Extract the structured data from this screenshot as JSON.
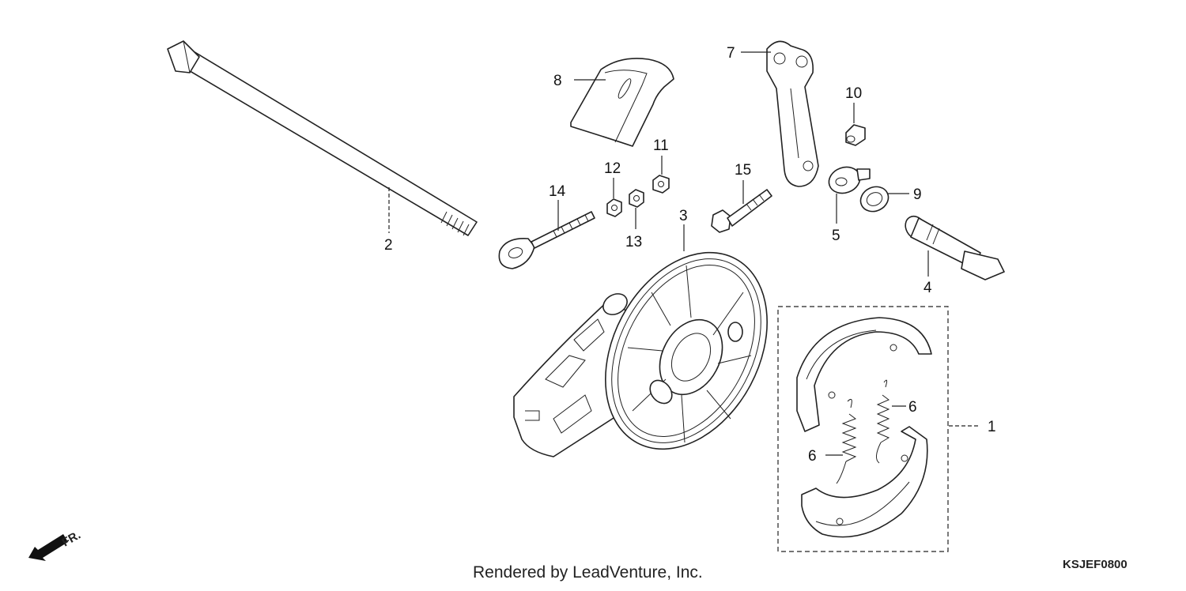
{
  "callouts": [
    {
      "id": "1",
      "part": "brake-shoe-set"
    },
    {
      "id": "2",
      "part": "axle-shaft"
    },
    {
      "id": "3",
      "part": "brake-panel"
    },
    {
      "id": "4",
      "part": "brake-cam"
    },
    {
      "id": "5",
      "part": "wear-indicator"
    },
    {
      "id": "6a",
      "text": "6",
      "part": "shoe-spring"
    },
    {
      "id": "6b",
      "text": "6",
      "part": "shoe-spring"
    },
    {
      "id": "7",
      "part": "brake-arm"
    },
    {
      "id": "8",
      "part": "panel-cover"
    },
    {
      "id": "9",
      "part": "dust-seal"
    },
    {
      "id": "10",
      "part": "grease-fitting"
    },
    {
      "id": "11",
      "part": "nut"
    },
    {
      "id": "12",
      "part": "nut"
    },
    {
      "id": "13",
      "part": "nut"
    },
    {
      "id": "14",
      "part": "adjuster-bolt"
    },
    {
      "id": "15",
      "part": "flange-bolt"
    }
  ],
  "labels": {
    "c1": "1",
    "c2": "2",
    "c3": "3",
    "c4": "4",
    "c5": "5",
    "c6a": "6",
    "c6b": "6",
    "c7": "7",
    "c8": "8",
    "c9": "9",
    "c10": "10",
    "c11": "11",
    "c12": "12",
    "c13": "13",
    "c14": "14",
    "c15": "15"
  },
  "front_indicator": "FR.",
  "footer": "Rendered by LeadVenture, Inc.",
  "diagram_code": "KSJEF0800"
}
